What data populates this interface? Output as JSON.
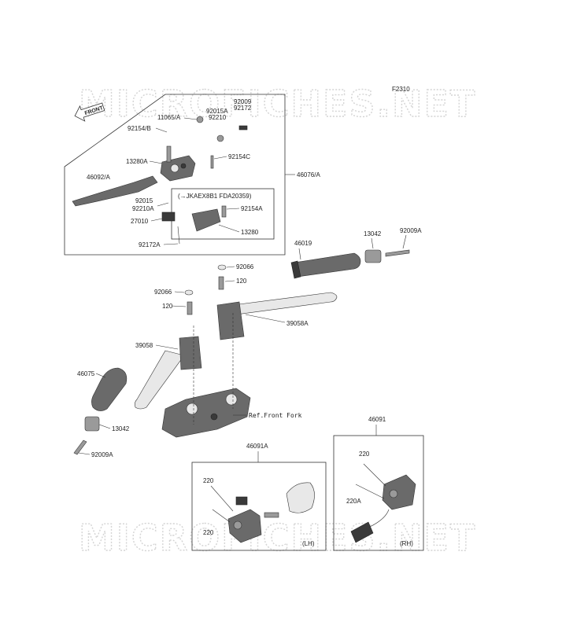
{
  "figure_code": "F2310",
  "watermark": "MICROFICHES.NET",
  "front_label": "FRONT",
  "callouts": {
    "c11065a": "11065/A",
    "c92015a": "92015A",
    "c92009": "92009",
    "c92210": "92210",
    "c92172": "92172",
    "c92154b": "92154/B",
    "c13280a": "13280A",
    "c92154c": "92154C",
    "c46092a": "46092/A",
    "c46076a": "46076/A",
    "c92015": "92015",
    "c92210a": "92210A",
    "c27010": "27010",
    "c92172a": "92172A",
    "c92154a": "92154A",
    "c13280": "13280",
    "c46019": "46019",
    "c13042_r": "13042",
    "c92009a_r": "92009A",
    "c92066_r": "92066",
    "c120_r": "120",
    "c92066_l": "92066",
    "c120_l": "120",
    "c39058a": "39058A",
    "c39058": "39058",
    "c46075": "46075",
    "c13042_l": "13042",
    "c92009a_l": "92009A",
    "c46091": "46091",
    "c46091a": "46091A",
    "c220_lh1": "220",
    "c220_lh2": "220",
    "c220_rh": "220",
    "c220a": "220A"
  },
  "notes": {
    "serial_note": "(→JKAEX8B1 FDA20359)",
    "ref_front_fork": "Ref.Front Fork",
    "lh_tag": "(LH)",
    "rh_tag": "(RH)"
  }
}
